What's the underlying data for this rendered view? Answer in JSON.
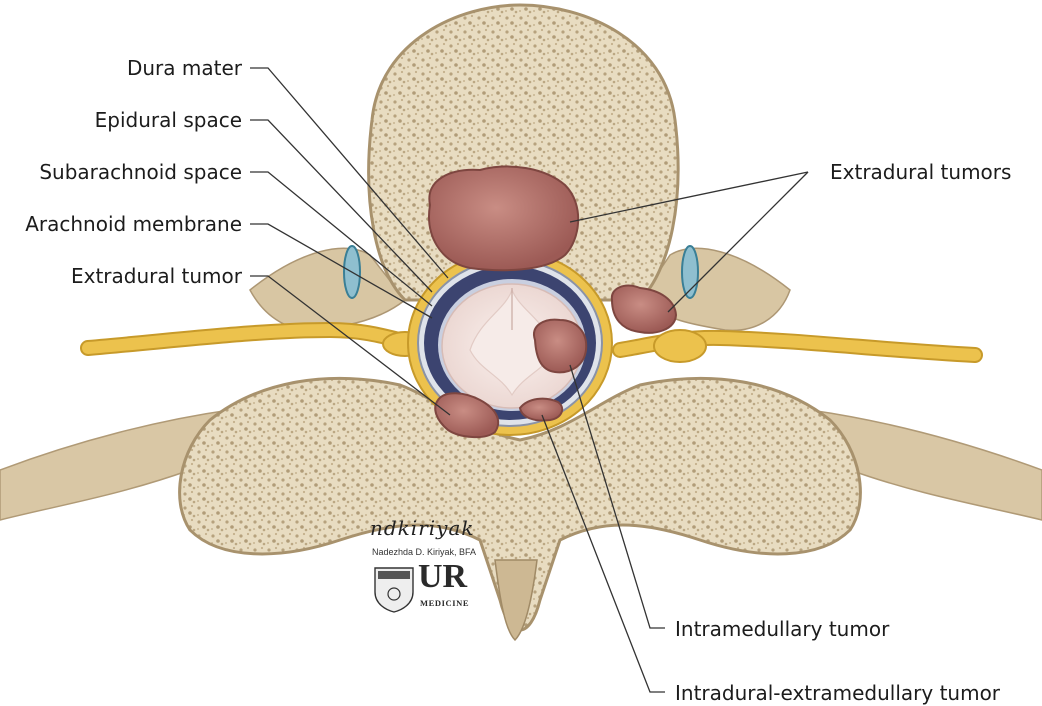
{
  "labels": {
    "dura_mater": "Dura mater",
    "epidural_space": "Epidural space",
    "subarachnoid_space": "Subarachnoid space",
    "arachnoid_membrane": "Arachnoid membrane",
    "extradural_tumor": "Extradural tumor",
    "extradural_tumors": "Extradural tumors",
    "intramedullary_tumor": "Intramedullary tumor",
    "intradural_extramedullary_tumor": "Intradural-extramedullary tumor"
  },
  "credit": {
    "signature": "ndkiriyak",
    "artist": "Nadezhda D. Kiriyak, BFA",
    "logo_text": "UR",
    "logo_subtext": "MEDICINE"
  },
  "colors": {
    "bone_fill": "#e6d9bd",
    "bone_outline": "#b9a584",
    "nerve": "#e9bb42",
    "dura_blue": "#3c4470",
    "spinal_cord": "#f4e4e0",
    "tumor": "#b8706a",
    "leader_line": "#333333"
  }
}
